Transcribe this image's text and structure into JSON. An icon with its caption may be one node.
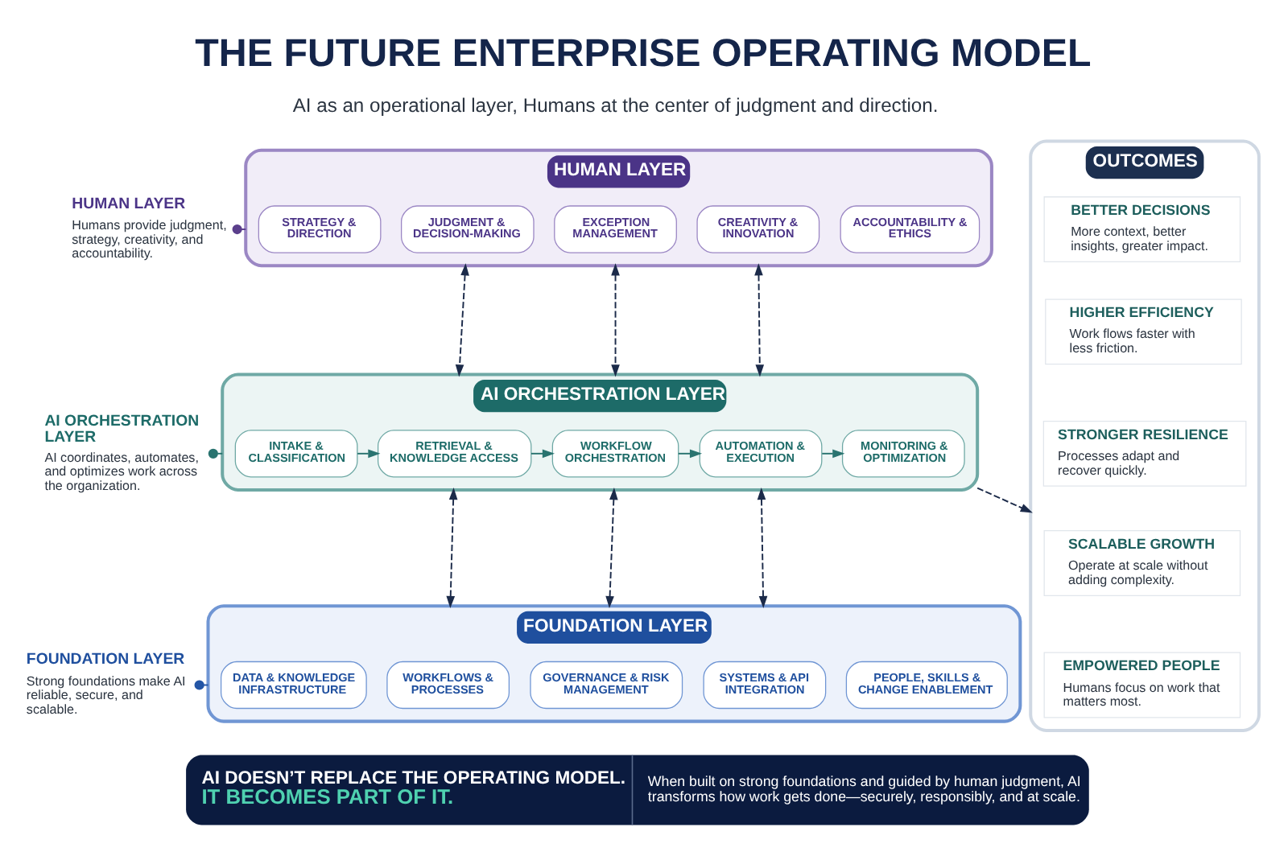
{
  "diagram": {
    "title": "THE FUTURE ENTERPRISE OPERATING MODEL",
    "nodes": [
      {
        "text": [
          "HUMAN LAYER",
          "Humans provide judgment, strategy, creativity, and accountability."
        ]
      },
      {
        "text": [
          "HUMAN LAYER"
        ]
      },
      {
        "text": [
          "STRATEGY & DIRECTION"
        ],
        "in": 1
      },
      {
        "text": [
          "JUDGMENT & DECISION-MAKING"
        ],
        "in": 1
      },
      {
        "text": [
          "EXCEPTION MANAGEMENT"
        ],
        "in": 1
      },
      {
        "text": [
          "CREATIVITY & INNOVATION"
        ],
        "in": 1
      },
      {
        "text": [
          "ACCOUNTABILITY & ETHICS"
        ],
        "in": 1
      },
      {
        "text": [
          "AI ORCHESTRATION LAYER",
          "AI coordinates, automates, and optimizes work across the organization."
        ]
      },
      {
        "text": [
          "AI ORCHESTRATION LAYER"
        ]
      },
      {
        "text": [
          "INTAKE & CLASSIFICATION"
        ],
        "in": 8
      },
      {
        "text": [
          "RETRIEVAL & KNOWLEDGE ACCESS"
        ],
        "in": 8
      },
      {
        "text": [
          "WORKFLOW ORCHESTRATION"
        ],
        "in": 8
      },
      {
        "text": [
          "AUTOMATION & EXECUTION"
        ],
        "in": 8
      },
      {
        "text": [
          "MONITORING & OPTIMIZATION"
        ],
        "in": 8
      },
      {
        "text": [
          "FOUNDATION LAYER",
          "Strong foundations make AI reliable, secure, and scalable."
        ]
      },
      {
        "text": [
          "FOUNDATION LAYER"
        ]
      },
      {
        "text": [
          "DATA & KNOWLEDGE INFRASTRUCTURE"
        ],
        "in": 15
      },
      {
        "text": [
          "WORKFLOWS & PROCESSES"
        ],
        "in": 15
      },
      {
        "text": [
          "GOVERNANCE & RISK MANAGEMENT"
        ],
        "in": 15
      },
      {
        "text": [
          "SYSTEMS & API INTEGRATION"
        ],
        "in": 15
      },
      {
        "text": [
          "PEOPLE, SKILLS & CHANGE ENABLEMENT"
        ],
        "in": 15
      },
      {
        "text": [
          "OUTCOMES"
        ]
      },
      {
        "text": [
          "BETTER DECISIONS",
          "More context, better insights, greater impact."
        ],
        "in": 21
      },
      {
        "text": [
          "HIGHER EFFICIENCY",
          "Work flows faster with less friction."
        ],
        "in": 21
      },
      {
        "text": [
          "STRONGER RESILIENCE",
          "Processes adapt and recover quickly."
        ],
        "in": 21
      },
      {
        "text": [
          "SCALABLE GROWTH",
          "Operate at scale without adding complexity."
        ],
        "in": 21
      },
      {
        "text": [
          "EMPOWERED PEOPLE",
          "Humans focus on work that matters most."
        ],
        "in": 21
      },
      {
        "text": [
          "AI DOESN’T REPLACE THE OPERATING MODEL.",
          "IT BECOMES PART OF IT.",
          "When built on strong foundations and guided by human judgment, AI transforms how work gets done—securely, responsibly, and at scale."
        ]
      }
    ],
    "edges": [
      {
        "from": 0,
        "to": 1,
        "arrow": "other",
        "color": "#5b3f8c"
      },
      {
        "from": 1,
        "to": 8,
        "arrow": "both",
        "style": "dashed"
      },
      {
        "from": 1,
        "to": 8,
        "arrow": "both",
        "style": "dashed"
      },
      {
        "from": 1,
        "to": 8,
        "arrow": "both",
        "style": "dashed"
      },
      {
        "from": 7,
        "to": 8,
        "arrow": "other",
        "color": "#2a7470"
      },
      {
        "from": 9,
        "to": 10,
        "arrow": "to",
        "color": "#2a7470"
      },
      {
        "from": 10,
        "to": 11,
        "arrow": "to",
        "color": "#2a7470"
      },
      {
        "from": 11,
        "to": 12,
        "arrow": "to",
        "color": "#2a7470"
      },
      {
        "from": 12,
        "to": 13,
        "arrow": "to",
        "color": "#2a7470"
      },
      {
        "from": 8,
        "to": 15,
        "arrow": "both",
        "style": "dashed"
      },
      {
        "from": 8,
        "to": 15,
        "arrow": "both",
        "style": "dashed"
      },
      {
        "from": 8,
        "to": 15,
        "arrow": "both",
        "style": "dashed"
      },
      {
        "from": 14,
        "to": 15,
        "arrow": "other",
        "color": "#2456a6"
      },
      {
        "from": 8,
        "to": 21,
        "arrow": "to",
        "style": "dashed"
      }
    ],
    "labels": [
      "AI as an operational layer, Humans at the center of judgment and direction."
    ]
  }
}
